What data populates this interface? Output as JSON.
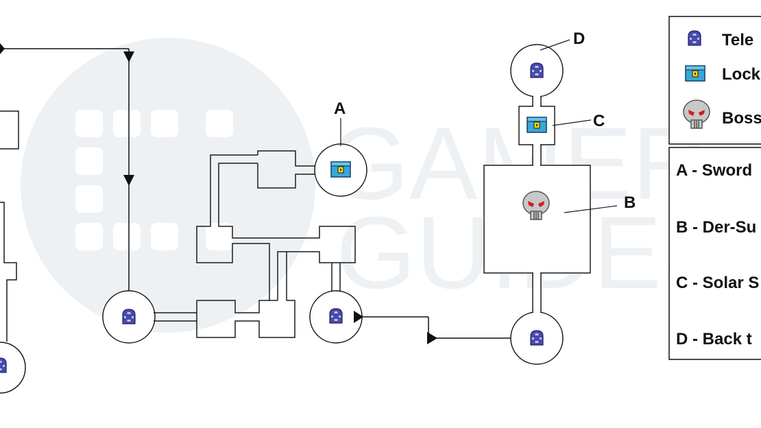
{
  "watermark": {
    "line1": "GAMER",
    "line2": "GUIDES"
  },
  "map_labels": {
    "a": "A",
    "b": "B",
    "c": "C",
    "d": "D"
  },
  "legend": {
    "icons": [
      {
        "icon": "teleporter-icon",
        "label": "Tele"
      },
      {
        "icon": "locked-chest-icon",
        "label": "Lock"
      },
      {
        "icon": "boss-skull-icon",
        "label": "Boss"
      }
    ],
    "key": [
      {
        "text": "A - Sword"
      },
      {
        "text": "B - Der-Su"
      },
      {
        "text": "C - Solar S"
      },
      {
        "text": "D - Back t"
      }
    ]
  },
  "colors": {
    "teleporter": "#4a4aa8",
    "chest": "#3aa6d8",
    "chest_lock": "#e8d81c",
    "skull": "#c8c8c8",
    "skull_eyes": "#cc2020",
    "watermark": "#eef1f4"
  }
}
